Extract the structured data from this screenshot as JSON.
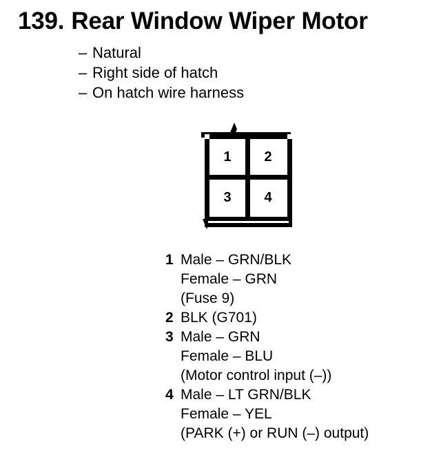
{
  "page": {
    "title_number": "139.",
    "title_text": "Rear Window Wiper Motor",
    "background_color": "#ffffff",
    "ink_color": "#000000"
  },
  "notes": {
    "dash": "–",
    "items": [
      "Natural",
      "Right side of hatch",
      "On hatch wire harness"
    ]
  },
  "connector": {
    "type": "4-cavity rectangular connector",
    "pins": [
      {
        "number": "1",
        "position": "top-left"
      },
      {
        "number": "2",
        "position": "top-right"
      },
      {
        "number": "3",
        "position": "bottom-left"
      },
      {
        "number": "4",
        "position": "bottom-right"
      }
    ]
  },
  "pin_legend": [
    {
      "number": "1",
      "lines": [
        "Male – GRN/BLK",
        "Female – GRN",
        "(Fuse 9)"
      ]
    },
    {
      "number": "2",
      "lines": [
        "BLK (G701)"
      ]
    },
    {
      "number": "3",
      "lines": [
        "Male – GRN",
        "Female – BLU",
        "(Motor control input (–))"
      ]
    },
    {
      "number": "4",
      "lines": [
        "Male – LT GRN/BLK",
        "Female – YEL",
        "(PARK (+) or RUN (–) output)"
      ]
    }
  ]
}
